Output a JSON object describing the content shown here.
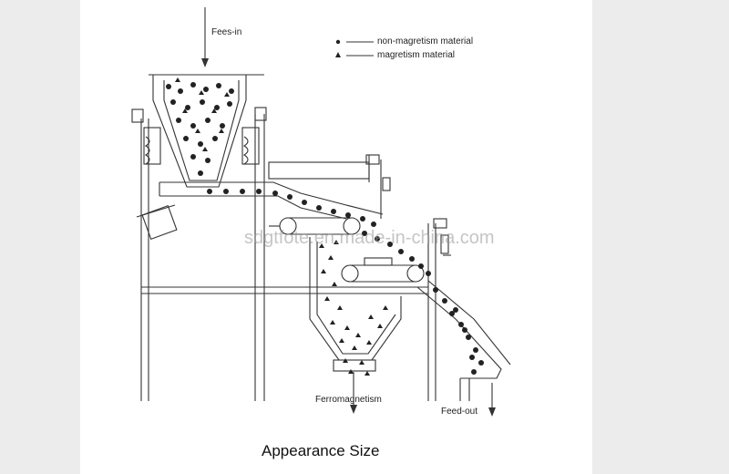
{
  "labels": {
    "feed_in": "Fees-in",
    "legend_non_magnetic": "non-magretism material",
    "legend_magnetic": "magretism material",
    "ferromagnetism": "Ferromagnetism",
    "feed_out": "Feed-out",
    "caption": "Appearance Size",
    "watermark": "sdgtfote.en.made-in-china.com"
  },
  "colors": {
    "line": "#333333",
    "page": "#ececec",
    "sheet": "#ffffff"
  }
}
